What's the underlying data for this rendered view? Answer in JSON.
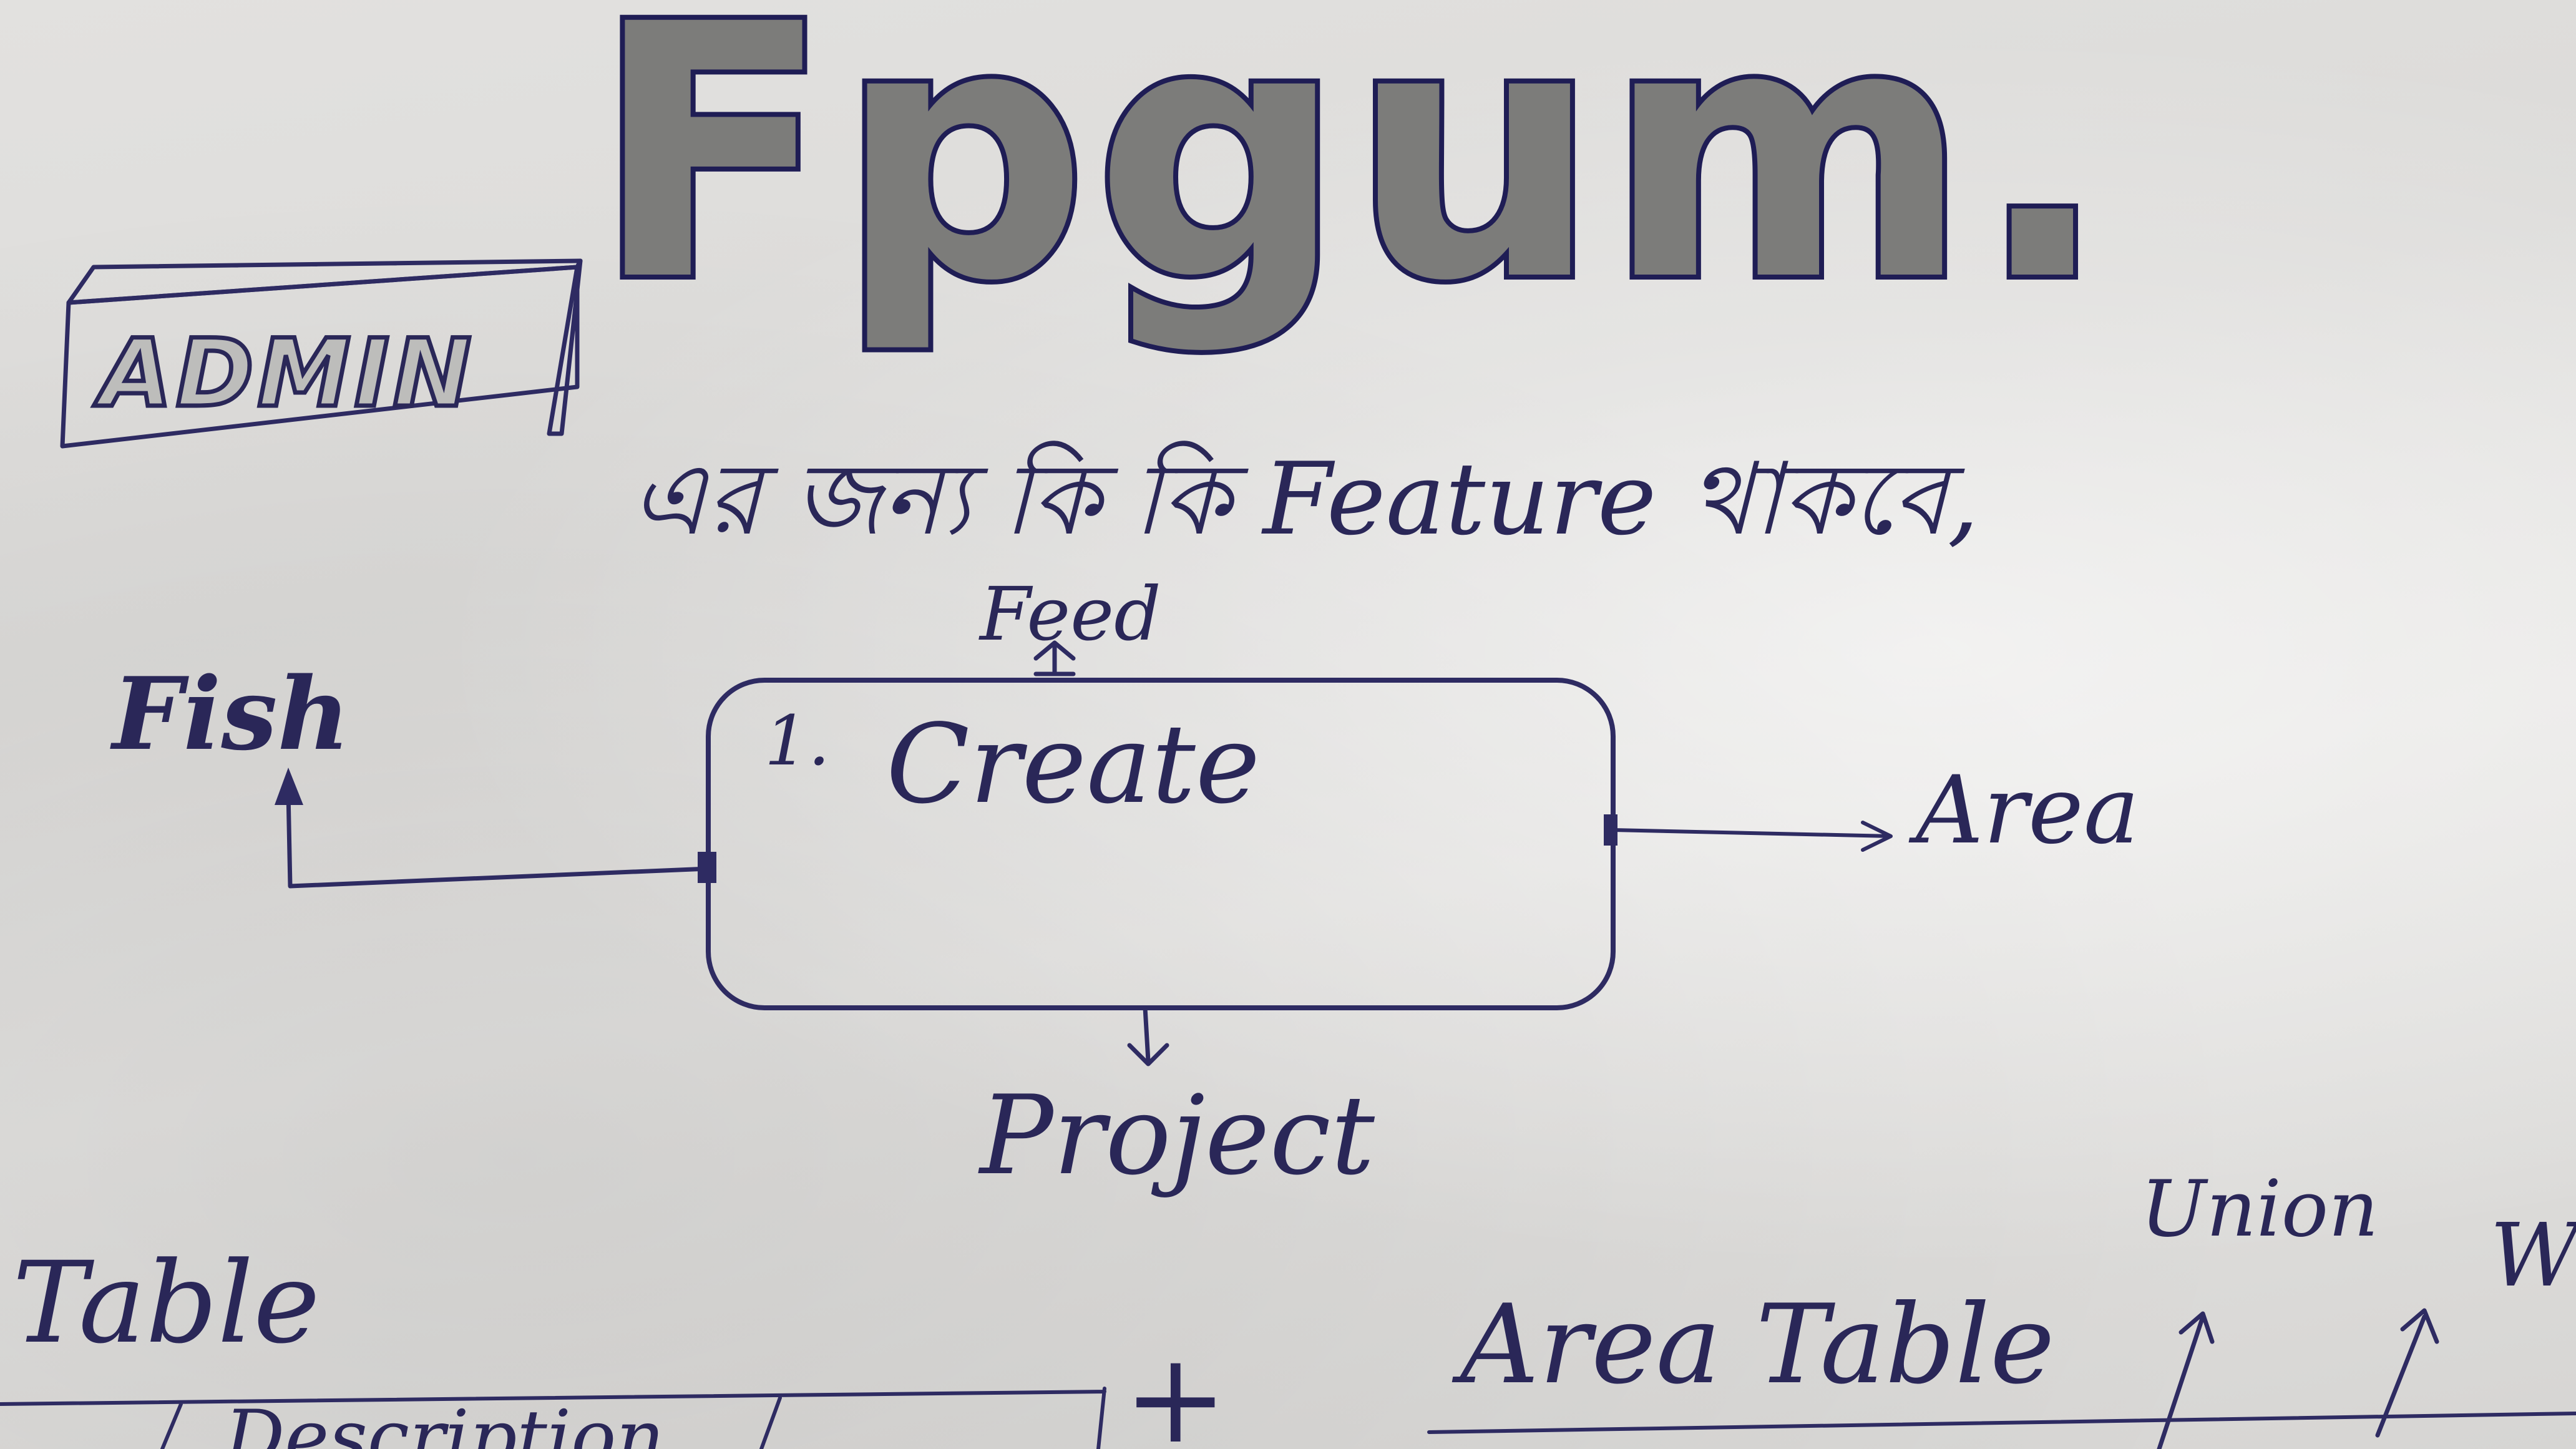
{
  "title": "Fpgum.",
  "badge": {
    "label": "ADMIN"
  },
  "subtitle": "এর জন্য কি কি Feature থাকবে,",
  "diagram": {
    "center": {
      "number": "1.",
      "label": "Create"
    },
    "top": "Feed",
    "left": "Fish",
    "right": "Area",
    "bottom": "Project"
  },
  "bottom_notes": {
    "table": "Table",
    "table_columns": [
      "Description"
    ],
    "plus": "+",
    "area_table": "Area Table",
    "union": "Union",
    "partial_right": "W"
  },
  "colors": {
    "paper": "#dedddb",
    "ink_blue": "#2e2b62",
    "ink_gray": "#7a7a78"
  }
}
